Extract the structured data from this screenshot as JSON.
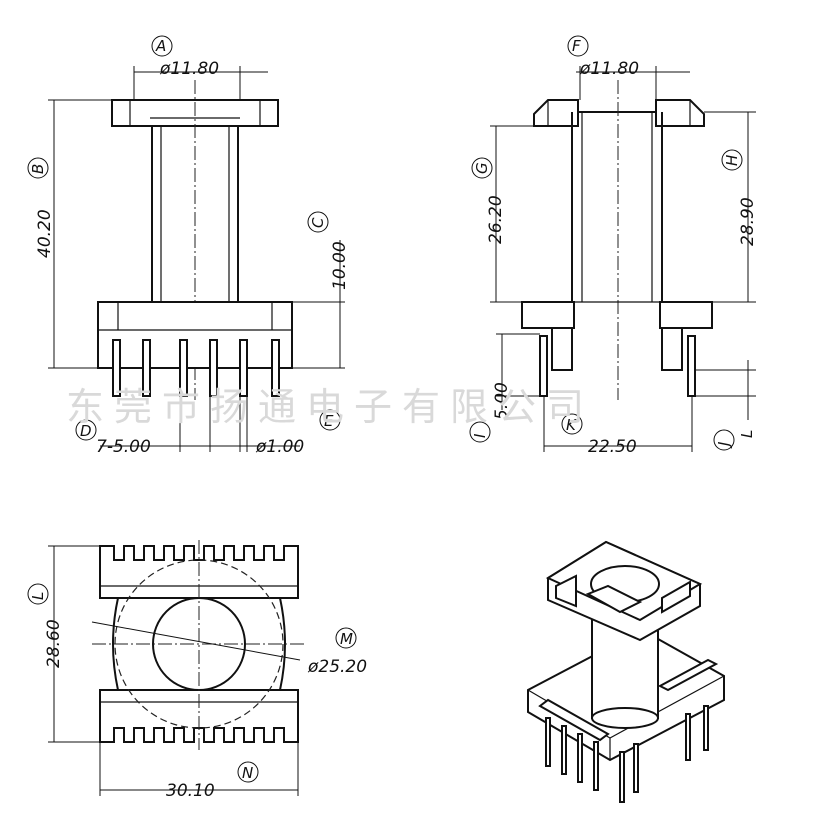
{
  "watermark": "东莞市扬通电子有限公司",
  "front_view": {
    "labels": {
      "a": "A",
      "b": "B",
      "c": "C",
      "d": "D",
      "e": "E"
    },
    "dims": {
      "top_diameter": "ø11.80",
      "height_total": "40.20",
      "base_height": "10.00",
      "pin_pitch": "7-5.00",
      "pin_diameter": "ø1.00"
    }
  },
  "side_view": {
    "labels": {
      "f": "F",
      "g": "G",
      "h": "H",
      "i": "I",
      "j": "J",
      "k": "K",
      "l": "L"
    },
    "dims": {
      "top_diameter": "ø11.80",
      "inner_height": "26.20",
      "outer_height": "28.90",
      "pin_length": "5.00",
      "row_span": "22.50"
    }
  },
  "bottom_view": {
    "labels": {
      "l": "L",
      "m": "M",
      "n": "N"
    },
    "dims": {
      "depth": "28.60",
      "flange_diameter": "ø25.20",
      "width": "30.10"
    }
  }
}
